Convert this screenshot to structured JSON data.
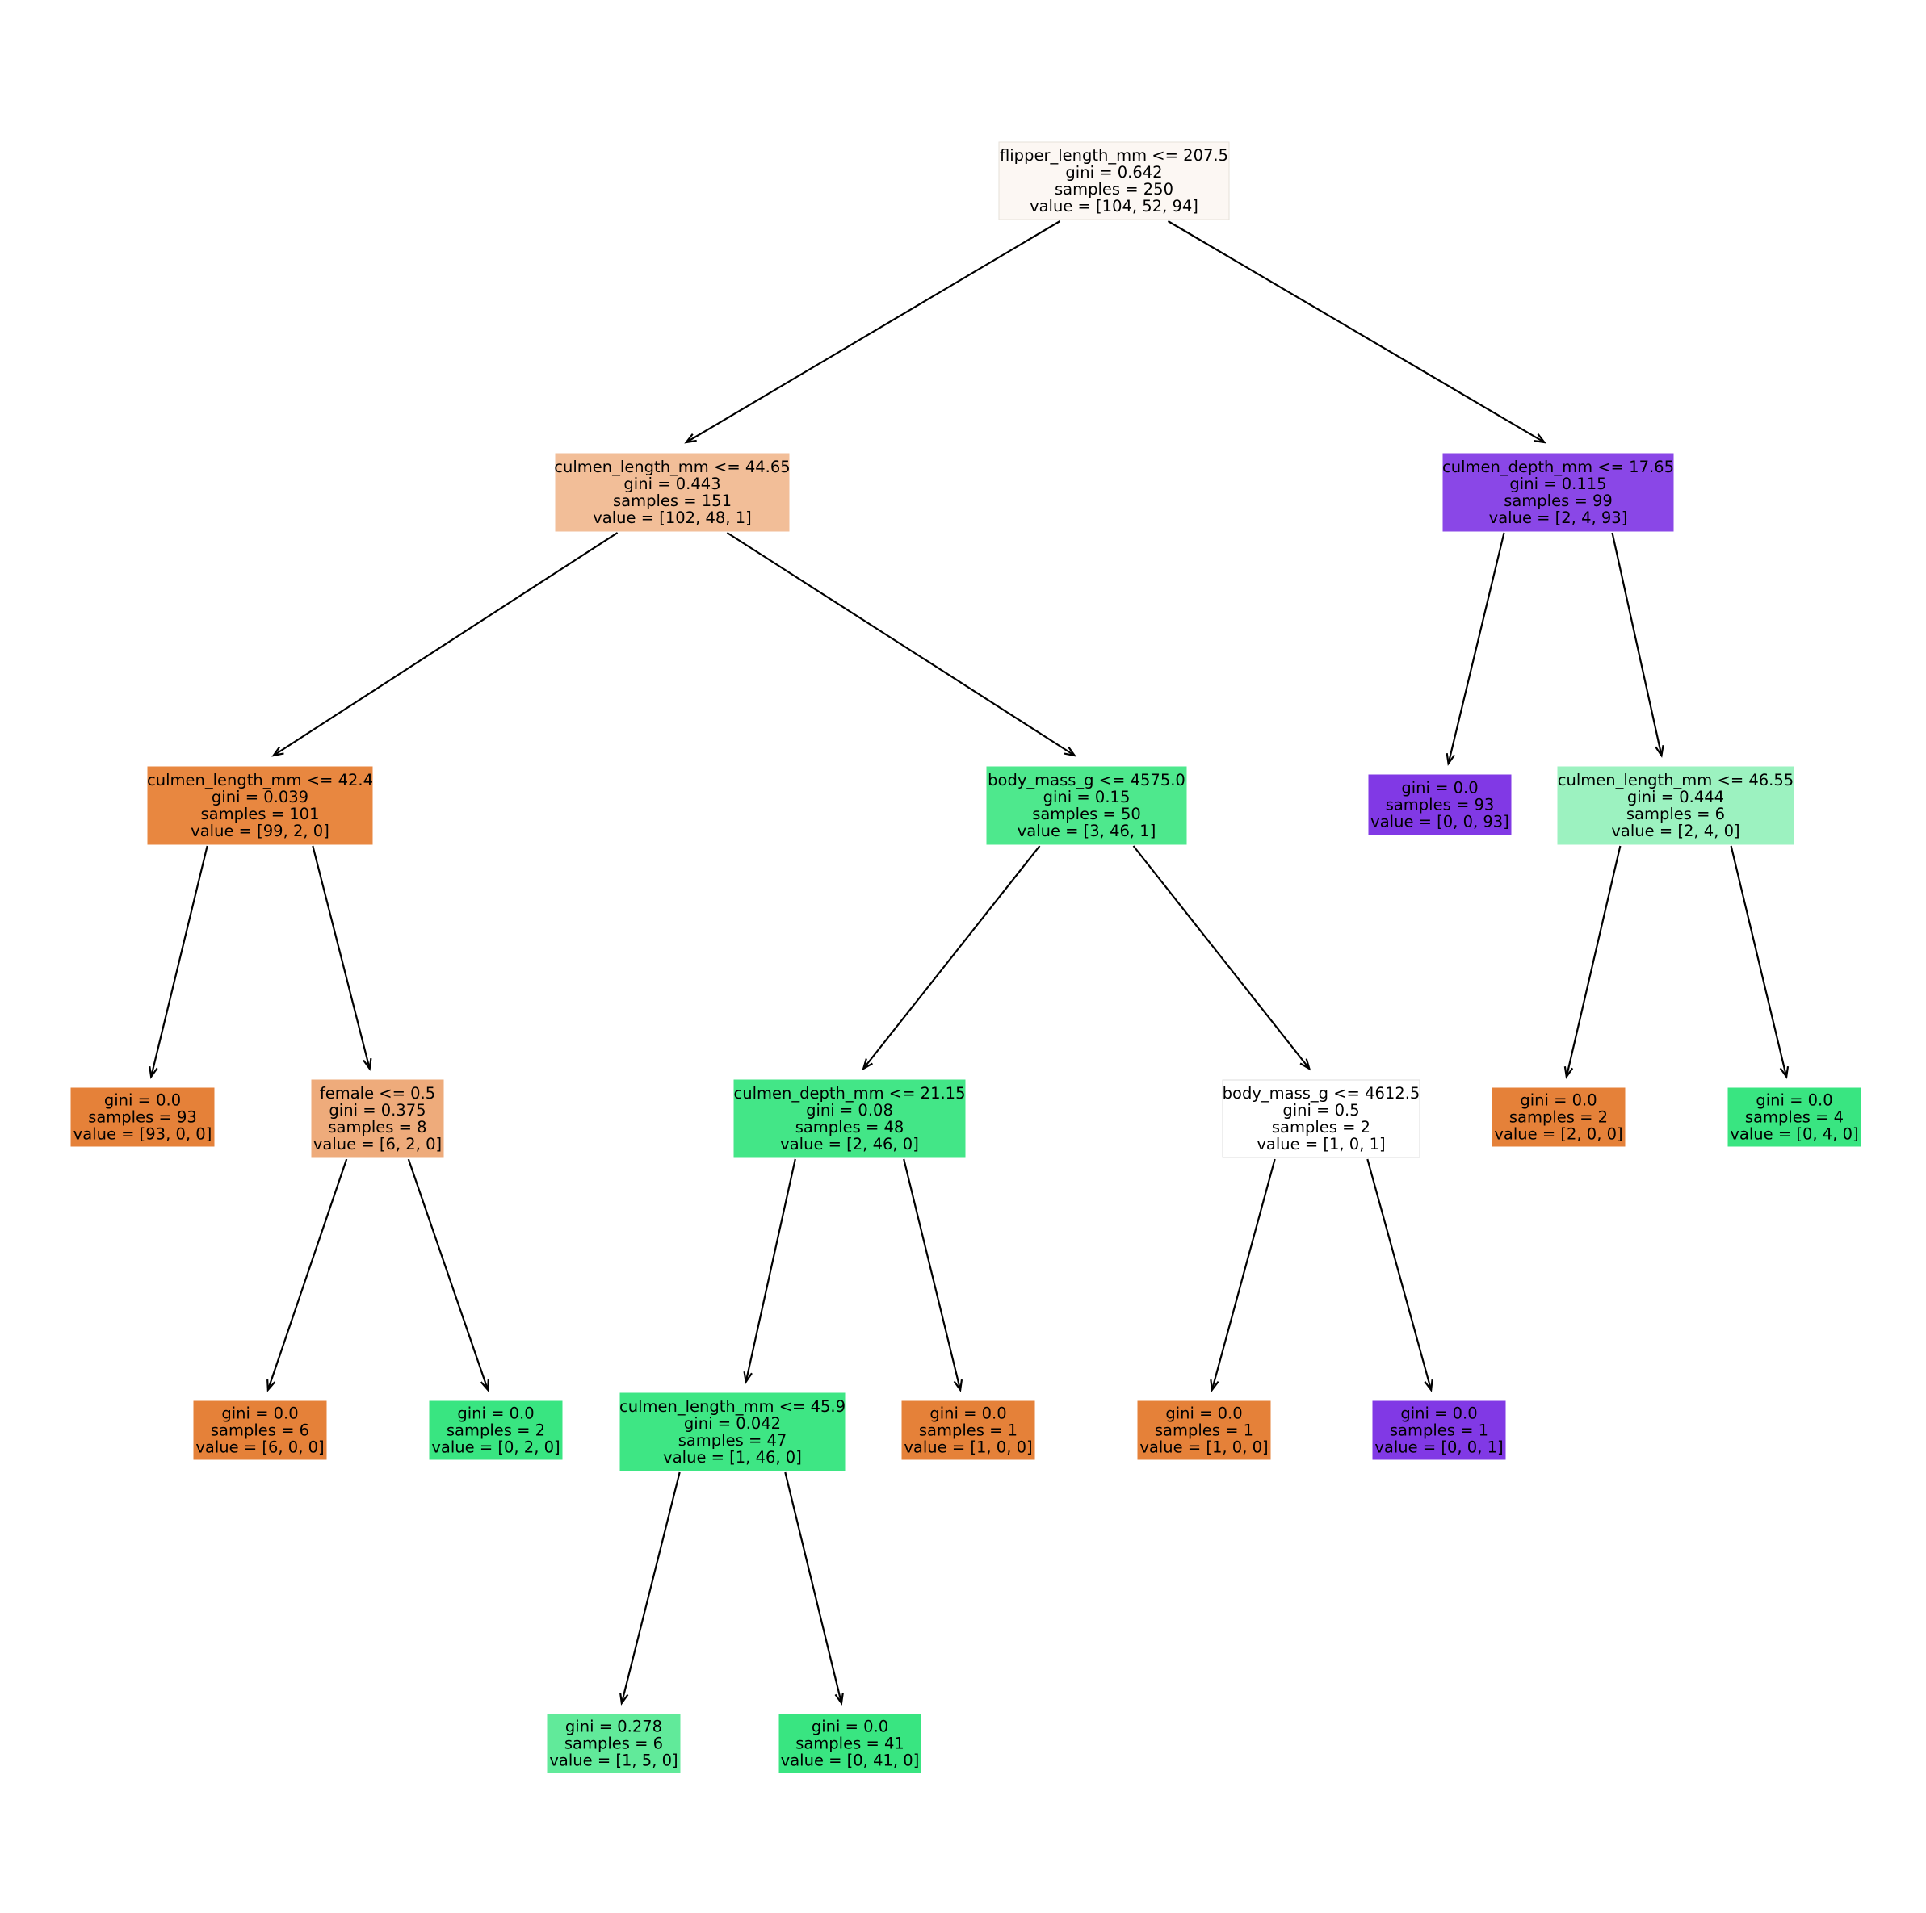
{
  "tree": {
    "nodes": [
      {
        "id": "n0",
        "fill": "#fcf7f3",
        "border": "#e6e0da",
        "lines": [
          "flipper_length_mm <= 207.5",
          "gini = 0.642",
          "samples = 250",
          "value = [104, 52, 94]"
        ]
      },
      {
        "id": "n1",
        "fill": "#f2be98",
        "border": "#f2be98",
        "lines": [
          "culmen_length_mm <= 44.65",
          "gini = 0.443",
          "samples = 151",
          "value = [102, 48, 1]"
        ]
      },
      {
        "id": "n2",
        "fill": "#e88740",
        "border": "#e88740",
        "lines": [
          "culmen_length_mm <= 42.4",
          "gini = 0.039",
          "samples = 101",
          "value = [99, 2, 0]"
        ]
      },
      {
        "id": "n3",
        "fill": "#e58139",
        "border": "#e58139",
        "lines": [
          "gini = 0.0",
          "samples = 93",
          "value = [93, 0, 0]"
        ]
      },
      {
        "id": "n4",
        "fill": "#eeab7b",
        "border": "#eeab7b",
        "lines": [
          "female <= 0.5",
          "gini = 0.375",
          "samples = 8",
          "value = [6, 2, 0]"
        ]
      },
      {
        "id": "n5",
        "fill": "#e58139",
        "border": "#e58139",
        "lines": [
          "gini = 0.0",
          "samples = 6",
          "value = [6, 0, 0]"
        ]
      },
      {
        "id": "n6",
        "fill": "#39e581",
        "border": "#39e581",
        "lines": [
          "gini = 0.0",
          "samples = 2",
          "value = [0, 2, 0]"
        ]
      },
      {
        "id": "n7",
        "fill": "#4ee88d",
        "border": "#4ee88d",
        "lines": [
          "body_mass_g <= 4575.0",
          "gini = 0.15",
          "samples = 50",
          "value = [3, 46, 1]"
        ]
      },
      {
        "id": "n8",
        "fill": "#43e687",
        "border": "#43e687",
        "lines": [
          "culmen_depth_mm <= 21.15",
          "gini = 0.08",
          "samples = 48",
          "value = [2, 46, 0]"
        ]
      },
      {
        "id": "n9",
        "fill": "#3ee684",
        "border": "#3ee684",
        "lines": [
          "culmen_length_mm <= 45.9",
          "gini = 0.042",
          "samples = 47",
          "value = [1, 46, 0]"
        ]
      },
      {
        "id": "n10",
        "fill": "#61ea9a",
        "border": "#61ea9a",
        "lines": [
          "gini = 0.278",
          "samples = 6",
          "value = [1, 5, 0]"
        ]
      },
      {
        "id": "n11",
        "fill": "#39e581",
        "border": "#39e581",
        "lines": [
          "gini = 0.0",
          "samples = 41",
          "value = [0, 41, 0]"
        ]
      },
      {
        "id": "n12",
        "fill": "#e58139",
        "border": "#e58139",
        "lines": [
          "gini = 0.0",
          "samples = 1",
          "value = [1, 0, 0]"
        ]
      },
      {
        "id": "n13",
        "fill": "#ffffff",
        "border": "#dedede",
        "lines": [
          "body_mass_g <= 4612.5",
          "gini = 0.5",
          "samples = 2",
          "value = [1, 0, 1]"
        ]
      },
      {
        "id": "n14",
        "fill": "#e58139",
        "border": "#e58139",
        "lines": [
          "gini = 0.0",
          "samples = 1",
          "value = [1, 0, 0]"
        ]
      },
      {
        "id": "n15",
        "fill": "#8139e5",
        "border": "#8139e5",
        "lines": [
          "gini = 0.0",
          "samples = 1",
          "value = [0, 0, 1]"
        ]
      },
      {
        "id": "n16",
        "fill": "#8a47e7",
        "border": "#8a47e7",
        "lines": [
          "culmen_depth_mm <= 17.65",
          "gini = 0.115",
          "samples = 99",
          "value = [2, 4, 93]"
        ]
      },
      {
        "id": "n17",
        "fill": "#8139e5",
        "border": "#8139e5",
        "lines": [
          "gini = 0.0",
          "samples = 93",
          "value = [0, 0, 93]"
        ]
      },
      {
        "id": "n18",
        "fill": "#9cf2c0",
        "border": "#9cf2c0",
        "lines": [
          "culmen_length_mm <= 46.55",
          "gini = 0.444",
          "samples = 6",
          "value = [2, 4, 0]"
        ]
      },
      {
        "id": "n19",
        "fill": "#e58139",
        "border": "#e58139",
        "lines": [
          "gini = 0.0",
          "samples = 2",
          "value = [2, 0, 0]"
        ]
      },
      {
        "id": "n20",
        "fill": "#39e581",
        "border": "#39e581",
        "lines": [
          "gini = 0.0",
          "samples = 4",
          "value = [0, 4, 0]"
        ]
      }
    ],
    "edges": [
      [
        "n0",
        "n1"
      ],
      [
        "n0",
        "n16"
      ],
      [
        "n1",
        "n2"
      ],
      [
        "n1",
        "n7"
      ],
      [
        "n2",
        "n3"
      ],
      [
        "n2",
        "n4"
      ],
      [
        "n4",
        "n5"
      ],
      [
        "n4",
        "n6"
      ],
      [
        "n7",
        "n8"
      ],
      [
        "n7",
        "n13"
      ],
      [
        "n8",
        "n9"
      ],
      [
        "n8",
        "n12"
      ],
      [
        "n9",
        "n10"
      ],
      [
        "n9",
        "n11"
      ],
      [
        "n13",
        "n14"
      ],
      [
        "n13",
        "n15"
      ],
      [
        "n16",
        "n17"
      ],
      [
        "n16",
        "n18"
      ],
      [
        "n18",
        "n19"
      ],
      [
        "n18",
        "n20"
      ]
    ]
  }
}
